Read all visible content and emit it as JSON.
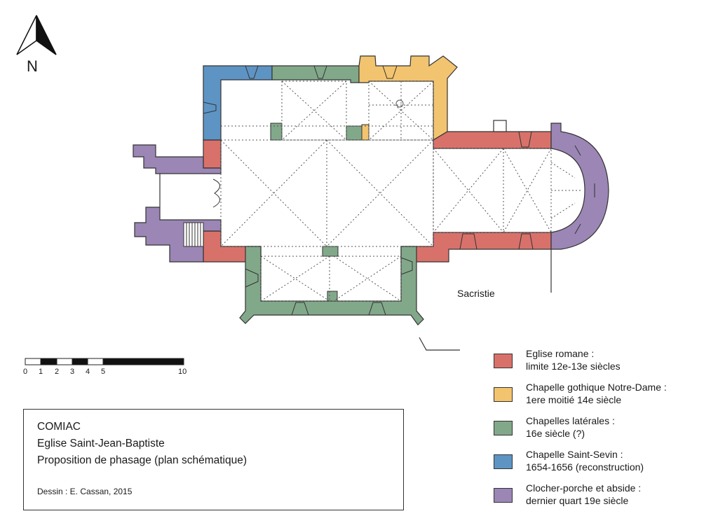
{
  "north_arrow": {
    "letter": "N"
  },
  "colors": {
    "romane": "#d9716b",
    "gothique": "#f3c46f",
    "laterales": "#82a88a",
    "saint_sevin": "#5e94c4",
    "clocher_abside": "#9b86b5"
  },
  "title_block": {
    "line1": "COMIAC",
    "line2": "Eglise Saint-Jean-Baptiste",
    "line3": "Proposition de phasage (plan schématique)",
    "credit": "Dessin : E. Cassan, 2015"
  },
  "sacristie_label": "Sacristie",
  "scale_bar": {
    "labels": [
      "0",
      "1",
      "2",
      "3",
      "4",
      "5",
      "10"
    ]
  },
  "legend": [
    {
      "line1": "Eglise romane :",
      "line2": "limite 12e-13e siècles",
      "color": "#d9716b"
    },
    {
      "line1": "Chapelle gothique Notre-Dame :",
      "line2": "1ere moitié 14e siècle",
      "color": "#f3c46f"
    },
    {
      "line1": "Chapelles latérales :",
      "line2": "16e siècle (?)",
      "color": "#82a88a"
    },
    {
      "line1": "Chapelle Saint-Sevin :",
      "line2": "1654-1656 (reconstruction)",
      "color": "#5e94c4"
    },
    {
      "line1": "Clocher-porche et abside :",
      "line2": "dernier quart 19e siècle",
      "color": "#9b86b5"
    }
  ]
}
